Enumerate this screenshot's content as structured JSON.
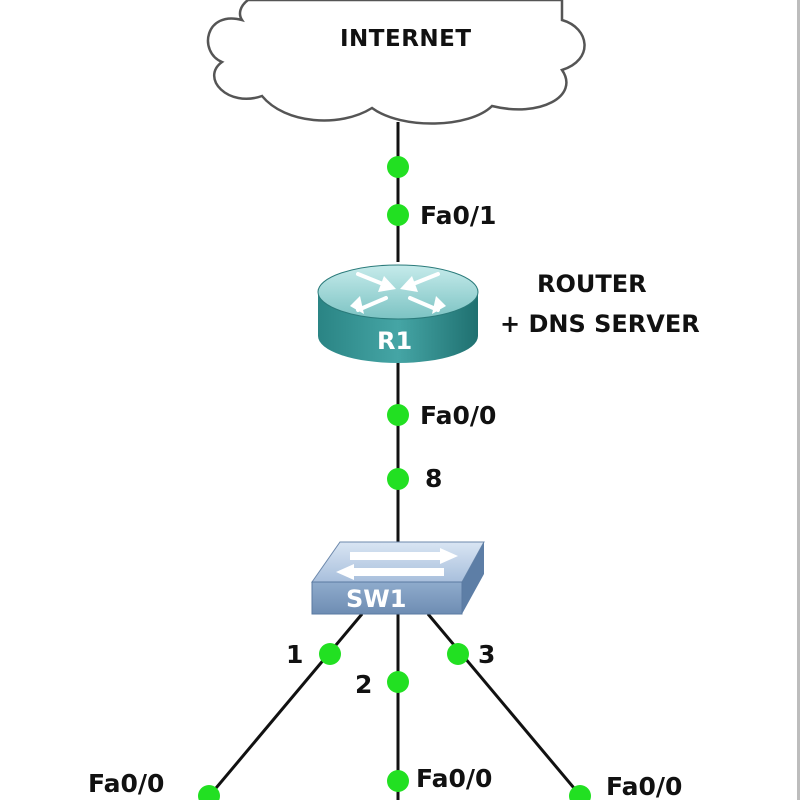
{
  "cloud": {
    "label": "INTERNET"
  },
  "router": {
    "name": "R1",
    "description_line1": "ROUTER",
    "description_line2": "+ DNS SERVER"
  },
  "switch": {
    "name": "SW1"
  },
  "ports": {
    "r1_upstream": "Fa0/1",
    "r1_downstream": "Fa0/0",
    "sw1_uplink": "8",
    "sw1_port1": "1",
    "sw1_port2": "2",
    "sw1_port3": "3",
    "host1_port": "Fa0/0",
    "host2_port": "Fa0/0",
    "host3_port": "Fa0/0"
  },
  "colors": {
    "link_status": "#22e022",
    "link_line": "#111111",
    "router_body": "#2e9393",
    "switch_body": "#7f9cbf",
    "cloud_outline": "#555555"
  }
}
